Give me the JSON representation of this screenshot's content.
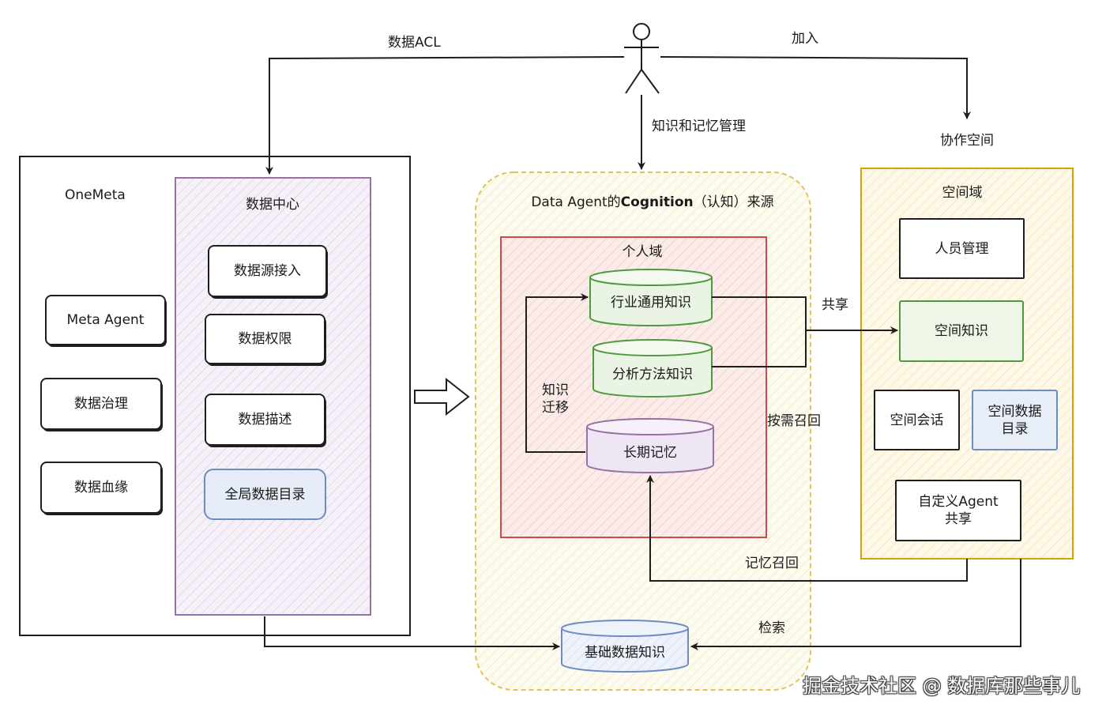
{
  "person": {
    "icon": "stick-figure-user-icon"
  },
  "edges": {
    "acl": "数据ACL",
    "join": "加入",
    "knowledge_memory_mgmt": "知识和记忆管理",
    "share": "共享",
    "on_demand_recall": "按需召回",
    "memory_recall": "记忆召回",
    "retrieve": "检索",
    "knowledge_migration_line1": "知识",
    "knowledge_migration_line2": "迁移"
  },
  "onemeta": {
    "title": "OneMeta",
    "items": [
      "Meta Agent",
      "数据治理",
      "数据血缘"
    ]
  },
  "data_center": {
    "title": "数据中心",
    "items": [
      "数据源接入",
      "数据权限",
      "数据描述",
      "全局数据目录"
    ]
  },
  "cognition": {
    "title_prefix": "Data Agent的",
    "title_bold": "Cognition",
    "title_suffix": "（认知）来源",
    "personal_domain": {
      "title": "个人域",
      "items": [
        "行业通用知识",
        "分析方法知识",
        "长期记忆"
      ]
    },
    "base": "基础数据知识"
  },
  "collab": {
    "outer_label": "协作空间",
    "title": "空间域",
    "people": "人员管理",
    "knowledge": "空间知识",
    "session": "空间会话",
    "catalog_line1": "空间数据",
    "catalog_line2": "目录",
    "agent_line1": "自定义Agent",
    "agent_line2": "共享"
  },
  "watermark": "掘金技术社区 @ 数据库那些事儿",
  "colors": {
    "purple": "#9673a6",
    "red": "#d04a4a",
    "green": "#4f9a3e",
    "blue": "#6d8cc4",
    "orange": "#d6a400",
    "yellow_dashed": "#e2c35a"
  }
}
